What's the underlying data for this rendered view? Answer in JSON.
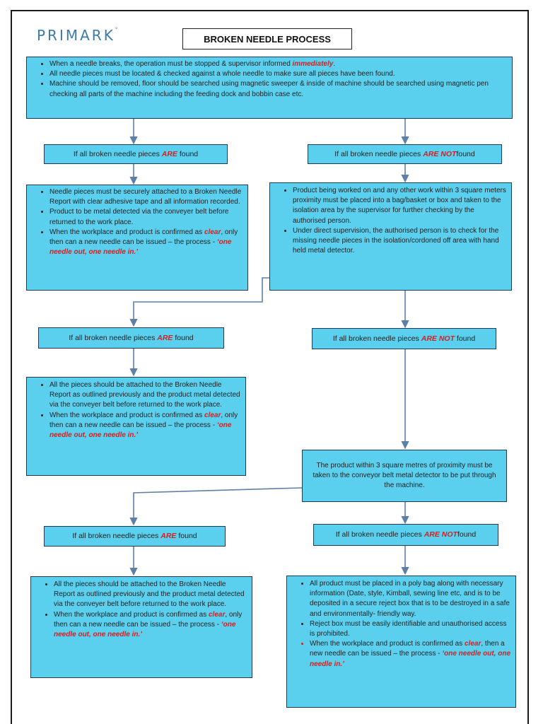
{
  "header": {
    "logo": "PRIMARK",
    "logo_mark": "°",
    "title": "BROKEN NEEDLE PROCESS"
  },
  "top_box": {
    "items": [
      {
        "before": "When a needle breaks, the operation must be stopped & supervisor informed ",
        "em": "immediately",
        "after": "."
      },
      {
        "text": "All needle pieces must be located & checked against a whole needle to make sure all  pieces have been found."
      },
      {
        "text": "Machine should be removed, floor should be searched using magnetic sweeper & inside of machine should be searched using magnetic pen checking all parts of the machine including the feeding dock and bobbin case etc."
      }
    ]
  },
  "level1": {
    "found": {
      "before": "If all broken needle pieces ",
      "em": "ARE",
      "after": " found"
    },
    "not_found": {
      "before": "If all broken needle pieces ",
      "em": "ARE NOT",
      "after": "found"
    }
  },
  "level1_found_box": {
    "item1": "Needle pieces must be securely attached to a Broken Needle Report  with clear adhesive tape and all information recorded.",
    "item2": "Product to be metal detected via the conveyer belt before returned to the work place.",
    "item3_before": "When the workplace and product is confirmed as ",
    "item3_em": "clear",
    "item3_mid": ", only  then can a new needle can be issued – the process - ",
    "item3_quote": "‘one needle out, one needle in.’"
  },
  "level1_notfound_box": {
    "item1": "Product being worked on and any other work within 3 square meters proximity must be placed into a bag/basket or box and taken to the isolation area by the supervisor for further checking by the authorised person.",
    "item2": "Under direct supervision, the authorised person is to check for the missing needle pieces in the isolation/cordoned off area with hand held metal detector."
  },
  "level2": {
    "found": {
      "before": "If all broken needle pieces ",
      "em": "ARE",
      "after": " found"
    },
    "not_found": {
      "before": "If all broken needle pieces ",
      "em": "ARE NOT",
      "after": " found"
    }
  },
  "level2_found_box": {
    "item1": "All the pieces should be attached to the Broken Needle Report as outlined previously and the product metal detected via the conveyer belt before returned to  the work place.",
    "item2_before": "When the workplace and product is confirmed as ",
    "item2_em": "clear",
    "item2_mid": ", only  then can a new needle can be issued – the process - ",
    "item2_quote": "‘one needle out, one needle in.’"
  },
  "conveyor_box": {
    "text": "The product within 3 square metres of proximity must be taken to the conveyor belt metal detector to be put through the machine."
  },
  "level3": {
    "found": {
      "before": "If all broken needle pieces ",
      "em": "ARE",
      "after": " found"
    },
    "not_found": {
      "before": "If all broken needle pieces ",
      "em": "ARE NOT",
      "after": "found"
    }
  },
  "level3_found_box": {
    "item1": "All the pieces should be attached to the Broken Needle Report as outlined previously and the product metal detected via the conveyer belt before returned to  the work place.",
    "item2_before": "When the workplace and product is confirmed as ",
    "item2_em": "clear",
    "item2_mid": ", only  then can a new needle can be issued – the process - ",
    "item2_quote": "‘one needle out, one needle in.’"
  },
  "level3_notfound_box": {
    "item1": "All product must be placed in a poly bag along with necessary information (Date, style, Kimball, sewing line etc, and is to be deposited in a secure reject box that is to be destroyed in a safe and environmentally- friendly way.",
    "item2": "Reject box must be easily identifiable and unauthorised access is prohibited.",
    "item3_before": "When the workplace and product is confirmed as ",
    "item3_em": "clear",
    "item3_mid": ", then a new needle can be issued – the process - ",
    "item3_quote": "‘one needle out, one needle in.’"
  },
  "colors": {
    "box_fill": "#5bd0ee",
    "box_border": "#223a5a",
    "emphasis": "#d42020",
    "connector": "#5f7fa8",
    "logo": "#3c7aa8"
  }
}
